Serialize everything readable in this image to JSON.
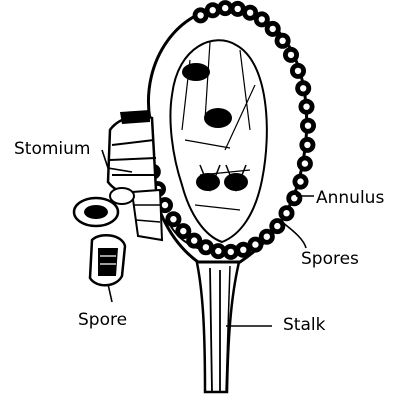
{
  "labels": {
    "stomium": "Stomium",
    "annulus": "Annulus",
    "spores": "Spores",
    "spore": "Spore",
    "stalk": "Stalk"
  },
  "colors": {
    "ink": "#000000",
    "background": "#ffffff"
  }
}
